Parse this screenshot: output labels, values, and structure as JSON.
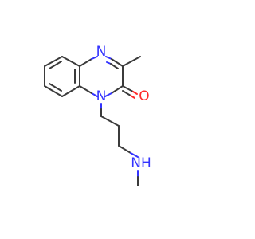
{
  "colors": {
    "carbon": "#3b3b3b",
    "nitrogen": "#3333ff",
    "oxygen": "#ff2b2b"
  },
  "atoms": {
    "n4": "N",
    "n1": "N",
    "o": "O",
    "nh": "NH"
  }
}
